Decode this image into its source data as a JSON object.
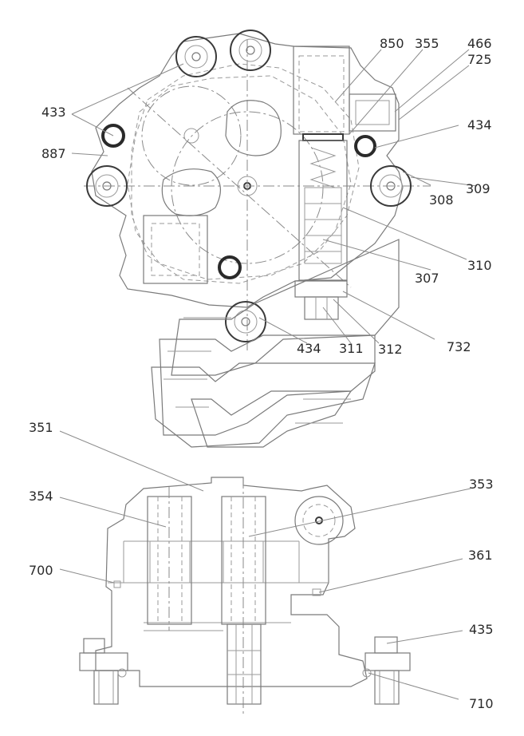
{
  "diagram": {
    "top_view_labels": [
      "850",
      "355",
      "466",
      "725",
      "433",
      "434",
      "887",
      "309",
      "308",
      "310",
      "307",
      "434",
      "311",
      "312",
      "732"
    ],
    "bottom_view_labels": [
      "351",
      "353",
      "354",
      "361",
      "700",
      "435",
      "710"
    ]
  }
}
